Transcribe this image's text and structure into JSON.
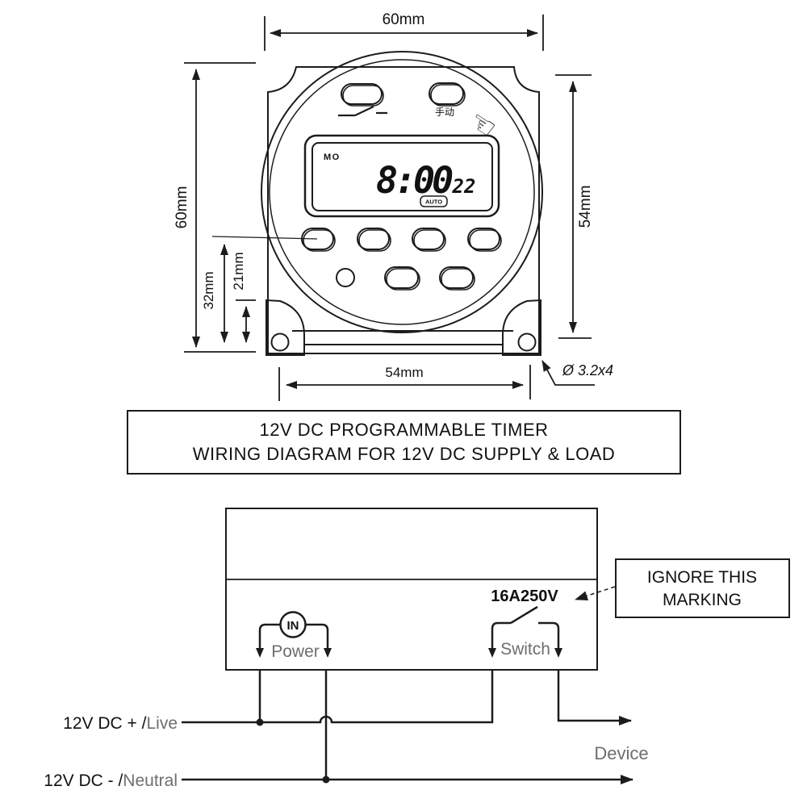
{
  "technical_drawing": {
    "dimensions": {
      "width_top": "60mm",
      "height_left": "60mm",
      "height_right": "54mm",
      "buttons_offset": "32mm",
      "base_offset": "21mm",
      "width_bottom": "54mm",
      "mounting_hole": "Ø 3.2x4"
    },
    "device": {
      "manual_button_label": "手动",
      "lcd": {
        "day": "MO",
        "time": "8:00",
        "seconds": "22",
        "mode": "AUTO"
      }
    },
    "icons": {
      "hand_pointer": "☜"
    }
  },
  "title_box": {
    "line1": "12V DC PROGRAMMABLE TIMER",
    "line2": "WIRING DIAGRAM FOR 12V DC SUPPLY & LOAD"
  },
  "wiring_diagram": {
    "terminals": {
      "power_symbol": "IN",
      "power_label": "Power",
      "switch_rating": "16A250V",
      "switch_label": "Switch"
    },
    "callout": {
      "line1": "IGNORE THIS",
      "line2": "MARKING"
    },
    "wires": {
      "positive_black": "12V DC + /",
      "positive_gray": "Live",
      "negative_black": "12V DC - /",
      "negative_gray": "Neutral",
      "load_label": "Device"
    }
  },
  "colors": {
    "line": "#1c1c1c",
    "gray_label": "#6e6e6e",
    "background": "#ffffff"
  }
}
